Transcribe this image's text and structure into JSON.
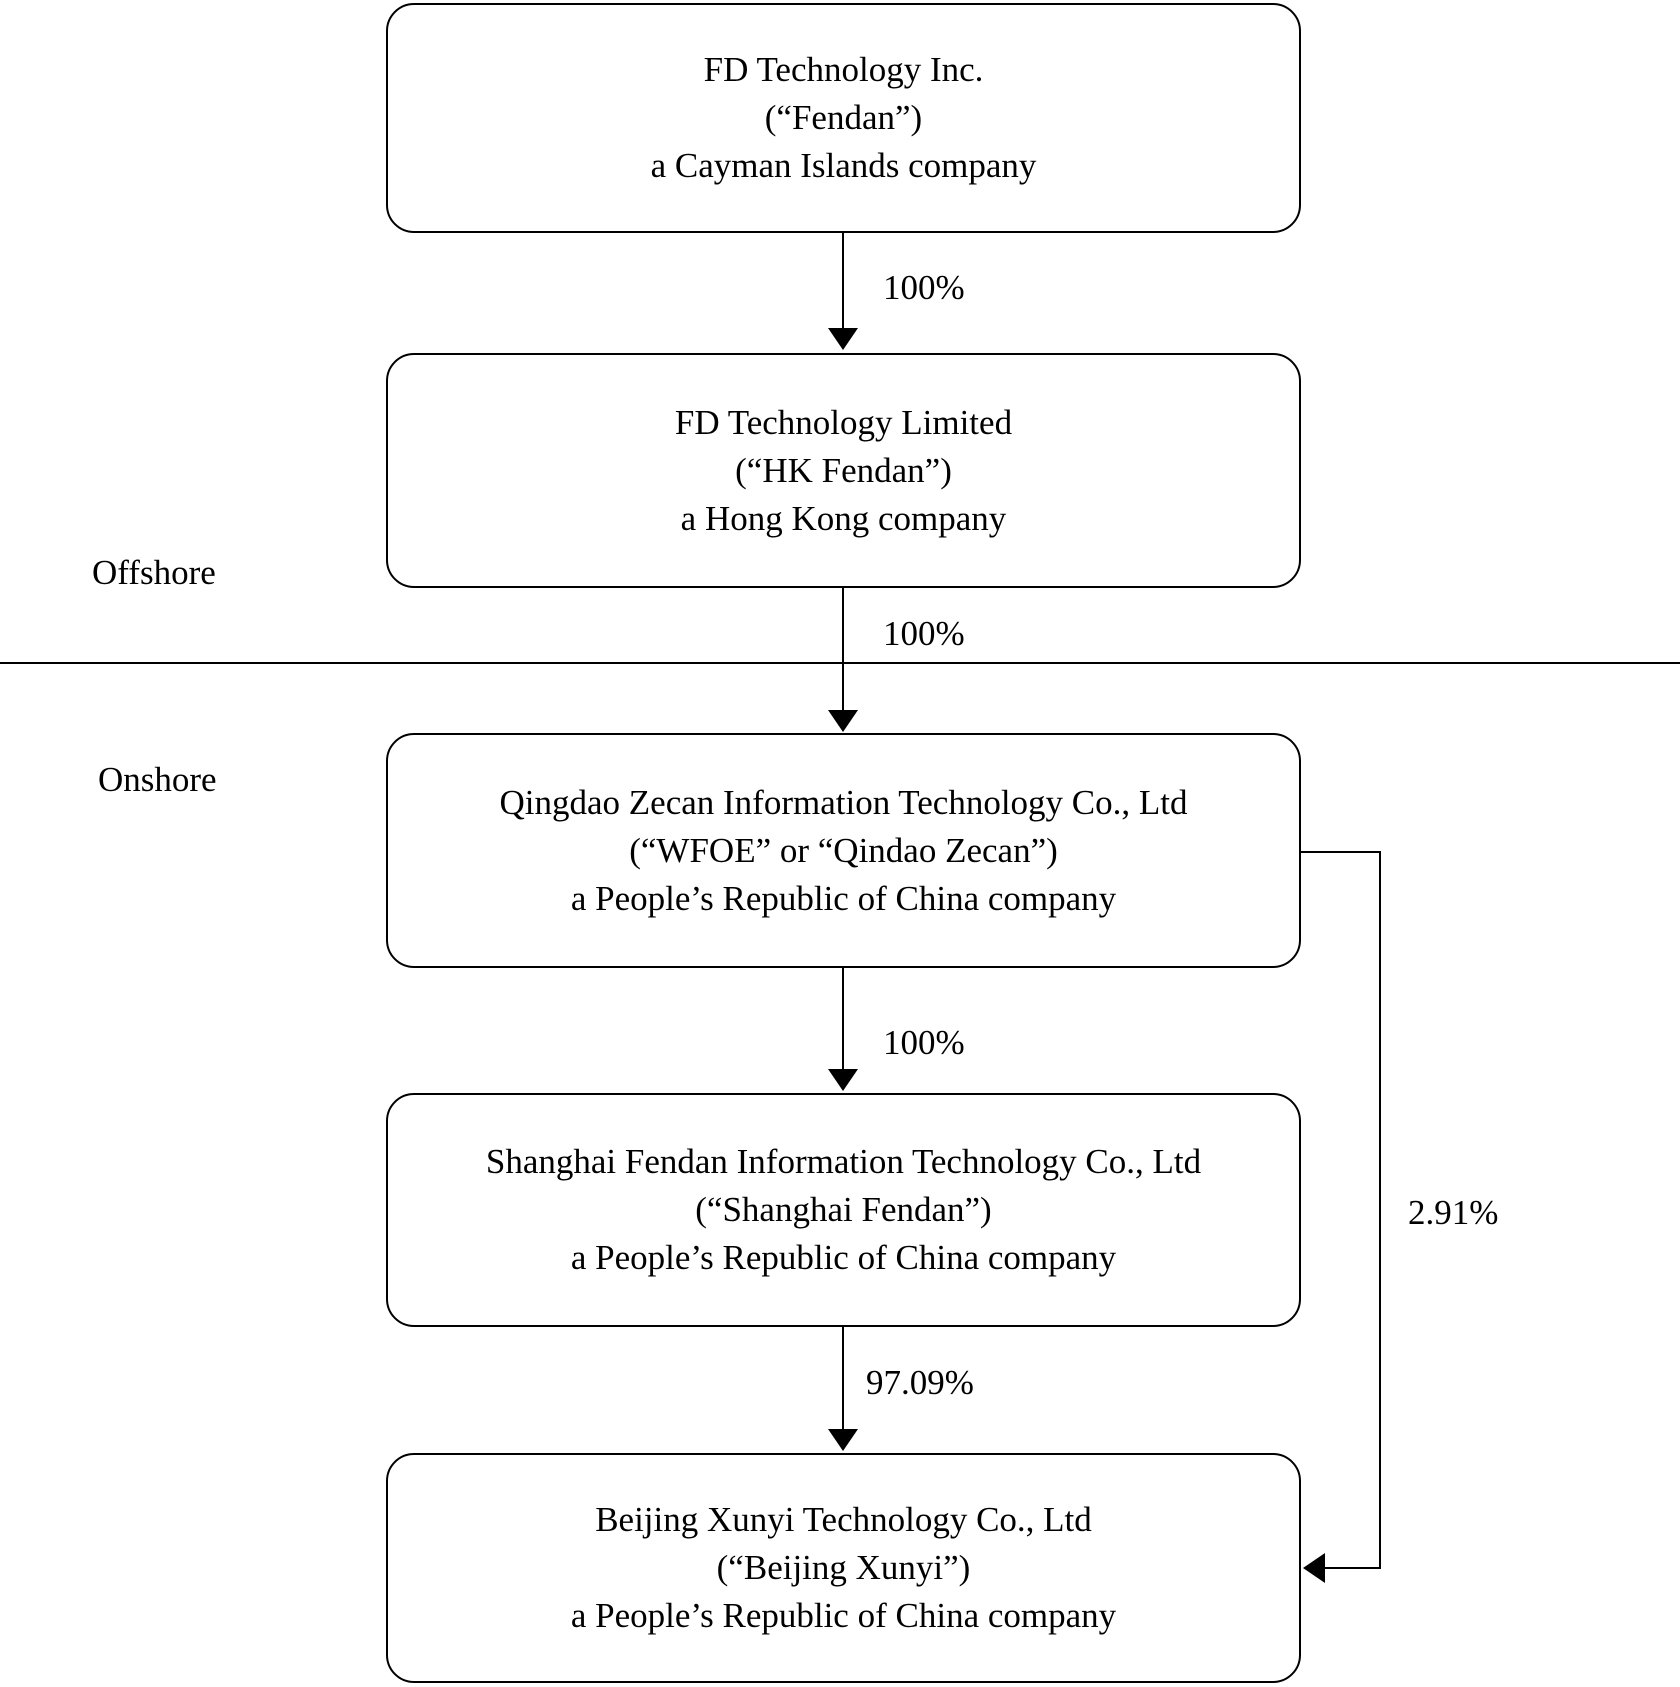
{
  "diagram": {
    "offshore_label": "Offshore",
    "onshore_label": "Onshore",
    "boxes": [
      {
        "name": "FD Technology Inc.",
        "alias": "(“Fendan”)",
        "jurisdiction": "a Cayman Islands company"
      },
      {
        "name": "FD Technology Limited",
        "alias": "(“HK Fendan”)",
        "jurisdiction": "a Hong Kong company"
      },
      {
        "name": "Qingdao Zecan Information Technology Co., Ltd",
        "alias": "(“WFOE” or “Qindao Zecan”)",
        "jurisdiction": "a People’s Republic of China company"
      },
      {
        "name": "Shanghai Fendan Information Technology Co., Ltd",
        "alias": "(“Shanghai Fendan”)",
        "jurisdiction": "a People’s Republic of China company"
      },
      {
        "name": "Beijing Xunyi Technology Co., Ltd",
        "alias": "(“Beijing Xunyi”)",
        "jurisdiction": "a People’s Republic of China company"
      }
    ],
    "edges": {
      "fendan_to_hk": "100%",
      "hk_to_wfoe": "100%",
      "wfoe_to_shanghai": "100%",
      "shanghai_to_beijing": "97.09%",
      "wfoe_to_beijing": "2.91%"
    },
    "colors": {
      "background": "#ffffff",
      "line": "#000000",
      "text": "#000000"
    }
  }
}
